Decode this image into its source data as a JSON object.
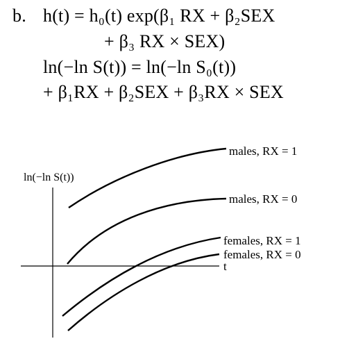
{
  "equation": {
    "label": "b.",
    "line1": "h(t) = h₀(t) exp(β₁ RX + β₂SEX",
    "line2": "+ β₃ RX × SEX)",
    "line3": "ln(−ln S(t)) = ln(−ln S₀(t))",
    "line4": "+ β₁RX + β₂SEX + β₃RX × SEX"
  },
  "plot": {
    "y_label": "ln(−ln S(t))",
    "x_label": "t",
    "curves": [
      {
        "label": "males, RX = 1"
      },
      {
        "label": "males, RX = 0"
      },
      {
        "label": "females, RX = 1"
      },
      {
        "label": "females, RX = 0"
      }
    ]
  }
}
